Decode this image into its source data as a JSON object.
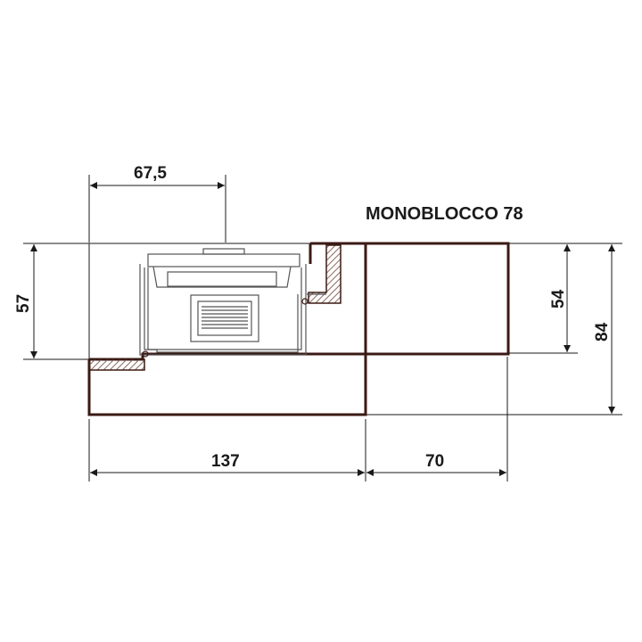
{
  "title": "MONOBLOCCO 78",
  "dimensions": {
    "top_width": "67,5",
    "left_height": "57",
    "bottom_left_width": "137",
    "bottom_right_width": "70",
    "right_inner_height": "54",
    "right_outer_height": "84"
  },
  "colors": {
    "outline": "#3b1a14",
    "hatch": "#8a6a60",
    "dimension_line": "#1a1a1a"
  }
}
